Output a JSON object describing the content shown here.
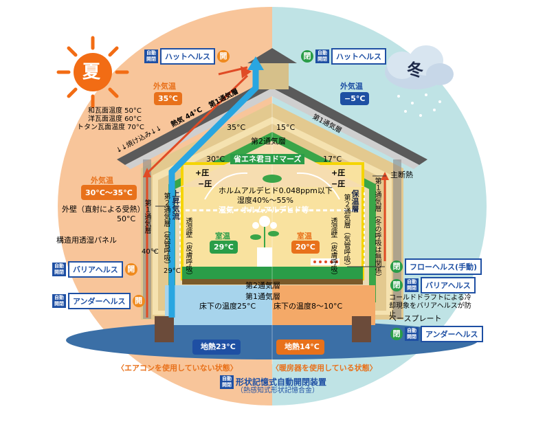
{
  "colors": {
    "summer_bg": "#f8c59a",
    "winter_bg": "#bfe3e5",
    "roof": "#5a5a5a",
    "wood": "#e3c98f",
    "insulation": "#3aa548",
    "accent_orange": "#e8711b",
    "accent_blue": "#1e4fa3",
    "ground": "#3b6fa6",
    "sun": "#f26c14"
  },
  "seasons": {
    "summer": "夏",
    "winter": "冬"
  },
  "summer": {
    "outside_temp_label": "外気温",
    "outside_temp": "35°C",
    "surface_temps": [
      "和瓦面温度 50°C",
      "洋瓦面温度 60°C",
      "トタン瓦面温度 70°C"
    ],
    "heat_text": "熱気 44°C",
    "first_layer_roof": "第1通気層",
    "hot_sun": "↓↓焼け込み↓↓",
    "wall_outside_label": "外気温",
    "wall_outside_temp": "30°C～35°C",
    "wall_text": "外壁（直射による受熱）",
    "wall_temp": "50°C",
    "panel": "構造用透湿パネル",
    "vent1_vertical": "第１通気層",
    "temp_40": "40°C",
    "temp_29": "29°C",
    "rise": "上昇気流",
    "vent2_vertical": "第２通気層（気管呼吸）",
    "attic_35": "35°C",
    "ceiling_30": "30°C",
    "room_label": "室温",
    "room_temp": "29°C",
    "moist_wall": "透湿壁（皮膚呼吸）",
    "floor_temp": "床下の温度25°C",
    "geo": "地熱23°C",
    "state": "〈エアコンを使用していない状態〉"
  },
  "winter": {
    "outside_temp_label": "外気温",
    "outside_temp": "−5°C",
    "first_layer_roof": "第1通気層",
    "attic_15": "15°C",
    "ceiling_17": "17°C",
    "insulation": "主断熱",
    "vent1_vertical": "第１通気層（冬の呼吸は無関係）",
    "keep_warm": "保温層",
    "vent2_vertical": "第２通気層（気管呼吸）",
    "moist_wall": "透湿壁（皮膚呼吸）",
    "room_label": "室温",
    "room_temp": "20°C",
    "floor_temp": "床下の温度8～10°C",
    "geo": "地熱14°C",
    "state": "〈暖房器を使用している状態〉",
    "cold_draft": "コールドドラフトによる冷却現象をバリアヘルスが防止",
    "base_plate": "ベースプレート"
  },
  "center": {
    "second_layer_top": "第2通気層",
    "brand": "省エネ君ヨドマーズ",
    "pressure_left": "+圧",
    "pressure_left2": "−圧",
    "pressure_right": "−圧",
    "pressure_right2": "+圧",
    "formaldehyde": "ホルムアルデヒド0.048ppm以下",
    "humidity": "湿度40%～55%",
    "moisture_flow": "湿気・ホルムアルデヒド等",
    "second_layer_bottom": "第2通気層",
    "first_layer_bottom": "第1通気層"
  },
  "tags": {
    "auto_text": "自動開閉",
    "hat_health": "ハットヘルス",
    "barrier_health": "バリアヘルス",
    "under_health": "アンダーヘルス",
    "flow_health": "フローヘルス(手動)",
    "open": "開",
    "closed": "閉"
  },
  "footer": {
    "auto_text": "自動開閉",
    "device": "形状記憶式自動開閉装置",
    "alloy": "（熱感知式形状記憶合金）"
  }
}
